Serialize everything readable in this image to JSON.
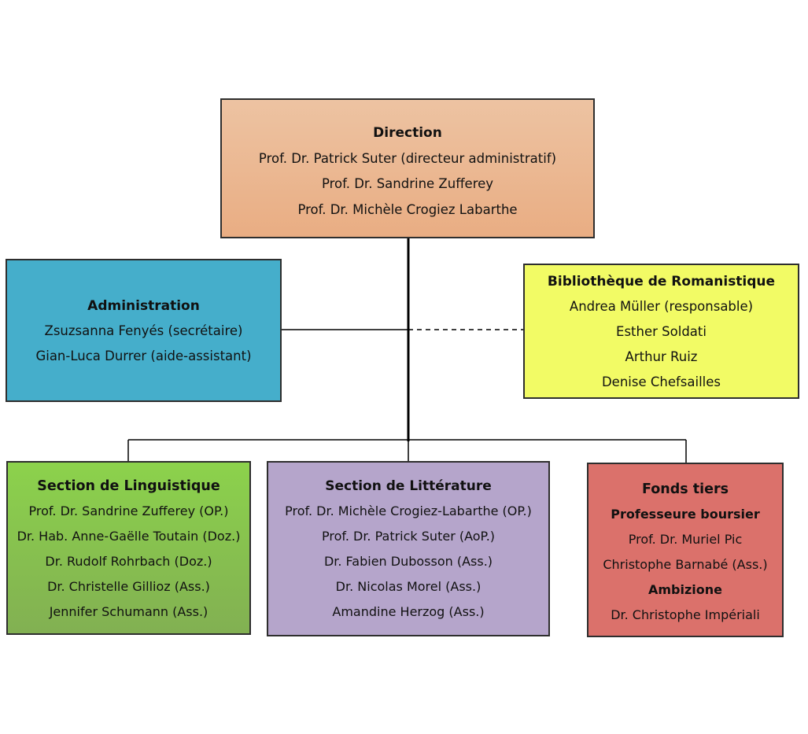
{
  "direction": {
    "title": "Direction",
    "members": [
      "Prof. Dr. Patrick Suter (directeur administratif)",
      "Prof. Dr. Sandrine Zufferey",
      "Prof. Dr. Michèle Crogiez Labarthe"
    ],
    "color": "#eab48e"
  },
  "administration": {
    "title": "Administration",
    "members": [
      "Zsuzsanna Fenyés (secrétaire)",
      "Gian-Luca Durrer (aide-assistant)"
    ],
    "color": "#45aecb"
  },
  "bibliotheque": {
    "title": "Bibliothèque de Romanistique",
    "members": [
      "Andrea Müller (responsable)",
      "Esther Soldati",
      "Arthur Ruiz",
      "Denise Chefsailles"
    ],
    "color": "#f2fb65"
  },
  "linguistique": {
    "title": "Section de Linguistique",
    "members": [
      "Prof. Dr. Sandrine Zufferey (OP.)",
      "Dr. Hab. Anne-Gaëlle Toutain (Doz.)",
      "Dr. Rudolf Rohrbach (Doz.)",
      "Dr. Christelle Gillioz (Ass.)",
      "Jennifer Schumann (Ass.)"
    ],
    "color": "#8cd24c"
  },
  "litterature": {
    "title": "Section de Littérature",
    "members": [
      "Prof. Dr. Michèle Crogiez-Labarthe (OP.)",
      "Prof. Dr. Patrick Suter (AoP.)",
      "Dr. Fabien Dubosson (Ass.)",
      "Dr. Nicolas Morel (Ass.)",
      "Amandine Herzog (Ass.)"
    ],
    "color": "#b5a5cb"
  },
  "fonds": {
    "title": "Fonds tiers",
    "groups": [
      {
        "subtitle": "Professeure boursier",
        "members": [
          "Prof. Dr. Muriel Pic",
          "Christophe Barnabé (Ass.)"
        ]
      },
      {
        "subtitle": "Ambizione",
        "members": [
          "Dr. Christophe Impériali"
        ]
      }
    ],
    "color": "#db716b"
  }
}
